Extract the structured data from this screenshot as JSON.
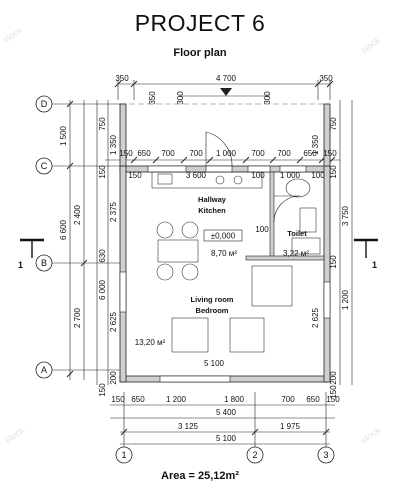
{
  "header": {
    "title": "PROJECT 6",
    "subtitle": "Floor plan"
  },
  "footer": {
    "area": "Area = 25,12m²"
  },
  "axes": {
    "rows": [
      "D",
      "C",
      "B",
      "A"
    ],
    "cols": [
      "1",
      "2",
      "3"
    ],
    "section": "1"
  },
  "dims": {
    "top_total": "4 700",
    "top_left": "350",
    "top_right": "350",
    "top_350": "350",
    "top_300a": "300",
    "top_300b": "300",
    "row_c": [
      "150",
      "650",
      "700",
      "700",
      "1 000",
      "700",
      "700",
      "650",
      "150"
    ],
    "kitchen_3600": "3 600",
    "toilet_100a": "100",
    "toilet_1000": "1 000",
    "toilet_100b": "100",
    "bottom_row": [
      "150",
      "650",
      "1 200",
      "1 800",
      "700",
      "650",
      "150"
    ],
    "bottom_5400": "5 400",
    "bottom_3125": "3 125",
    "bottom_1975": "1 975",
    "bottom_5100": "5 100",
    "inner_5100": "5 100",
    "left_outer": [
      "1 500",
      "6 600"
    ],
    "left_mid": [
      "2 400",
      "2 700"
    ],
    "left_inner": [
      "750",
      "1 350",
      "150",
      "2 375",
      "630",
      "6 000",
      "2 625",
      "200",
      "150"
    ],
    "right_outer": "3 750",
    "right_inner": [
      "750",
      "1 350",
      "150",
      "150",
      "1 200",
      "200",
      "150"
    ],
    "right_2625": "2 625",
    "left_2625": "2 625",
    "left_2375": "2 375",
    "left_150": "150",
    "inner_150": "150",
    "inner_100": "100",
    "inner_2375": "2 375",
    "inner_2625": "2 625"
  },
  "rooms": {
    "hallway": "Hallway",
    "kitchen": "Kitchen",
    "level": "±0,000",
    "kitchen_area": "8,70 м²",
    "toilet": "Toilet",
    "toilet_area": "3,22 м²",
    "living": "Living room",
    "bedroom": "Bedroom",
    "living_area": "13,20 м²"
  },
  "watermark": "stock"
}
